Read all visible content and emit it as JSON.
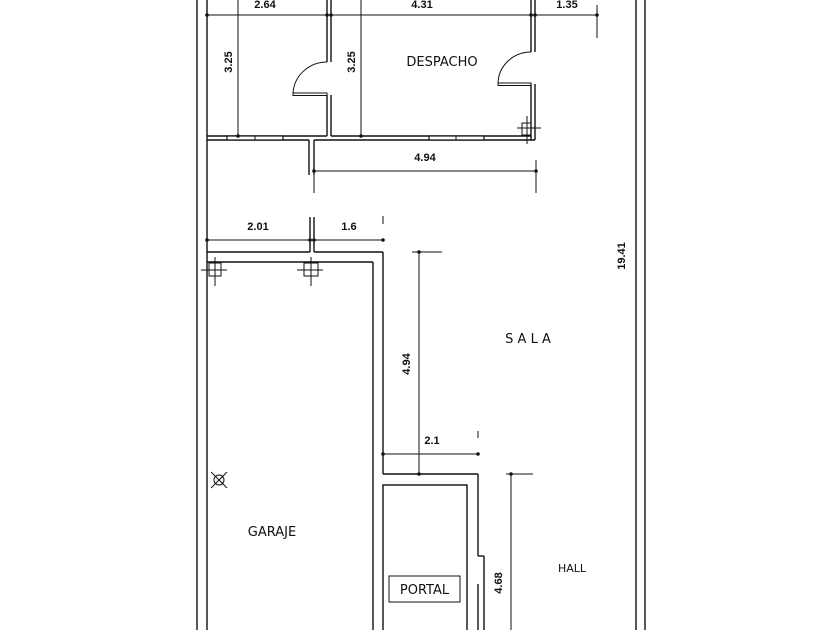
{
  "plan": {
    "rooms": {
      "despacho": "DESPACHO",
      "sala": "S A L A",
      "garaje": "GARAJE",
      "portal": "PORTAL",
      "hall": "HALL"
    },
    "dimensions": {
      "top_left_width": "2.64",
      "top_mid_width": "4.31",
      "top_right_width": "1.35",
      "room1_height": "3.25",
      "despacho_height": "3.25",
      "despacho_bottom_width": "4.94",
      "garage_top_left": "2.01",
      "garage_top_right": "1.6",
      "sala_height": "4.94",
      "sala_step": "2.1",
      "hall_height": "4.68",
      "total_length": "19.41"
    },
    "colors": {
      "line": "#111111",
      "background": "#ffffff"
    }
  }
}
